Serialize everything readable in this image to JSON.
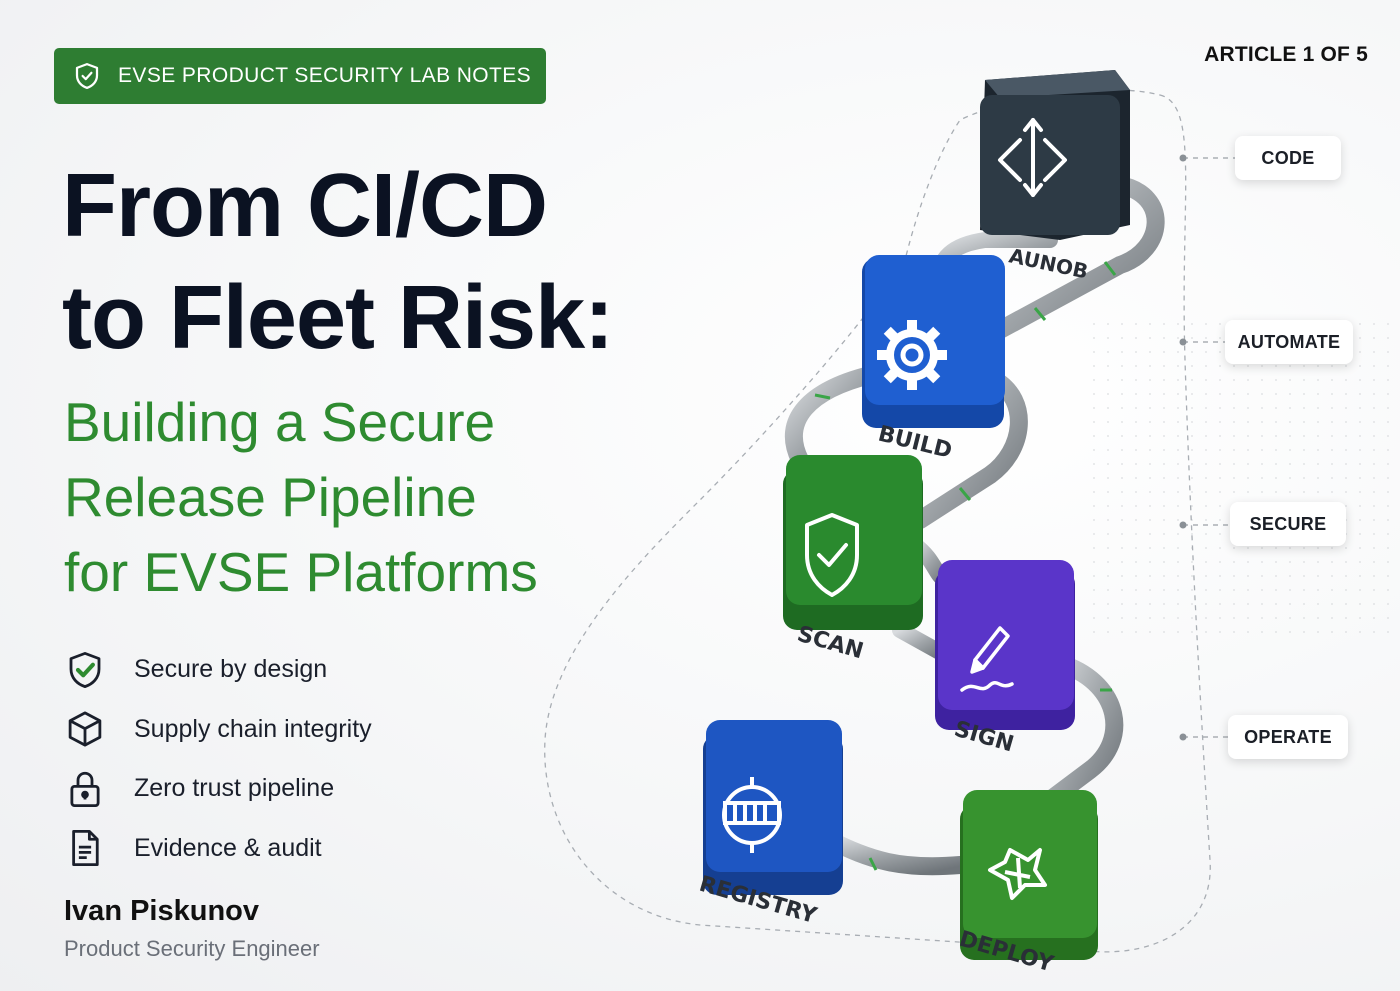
{
  "badge": {
    "label": "EVSE PRODUCT SECURITY LAB NOTES",
    "icon": "shield-check-icon"
  },
  "article_counter": "ARTICLE 1 OF 5",
  "title": {
    "line1": "From CI/CD",
    "line2": "to Fleet Risk:"
  },
  "subtitle": {
    "line1": "Building a Secure",
    "line2": "Release Pipeline",
    "line3": "for EVSE Platforms"
  },
  "features": [
    {
      "icon": "shield-check-icon",
      "label": "Secure by design"
    },
    {
      "icon": "cube-icon",
      "label": "Supply chain integrity"
    },
    {
      "icon": "padlock-icon",
      "label": "Zero trust pipeline"
    },
    {
      "icon": "document-icon",
      "label": "Evidence & audit"
    }
  ],
  "author": {
    "name": "Ivan Piskunov",
    "role": "Product Security Engineer"
  },
  "stages": [
    {
      "label": "CODE"
    },
    {
      "label": "AUTOMATE"
    },
    {
      "label": "SECURE"
    },
    {
      "label": "OPERATE"
    }
  ],
  "pipeline": [
    {
      "label": "AUNOB",
      "icon": "code-arrows-icon",
      "color": "#2d3a45"
    },
    {
      "label": "BUILD",
      "icon": "gear-icon",
      "color": "#1f5fd1"
    },
    {
      "label": "SCAN",
      "icon": "shield-check-icon",
      "color": "#2a8a2e"
    },
    {
      "label": "SIGN",
      "icon": "pen-signature-icon",
      "color": "#5a35c9"
    },
    {
      "label": "REGISTRY",
      "icon": "registry-icon",
      "color": "#1e56c2"
    },
    {
      "label": "DEPLOY",
      "icon": "deploy-icon",
      "color": "#37932f"
    }
  ],
  "colors": {
    "brand_green": "#2e7d32",
    "subtitle_green": "#2e8b30",
    "title_navy": "#0b1222"
  }
}
